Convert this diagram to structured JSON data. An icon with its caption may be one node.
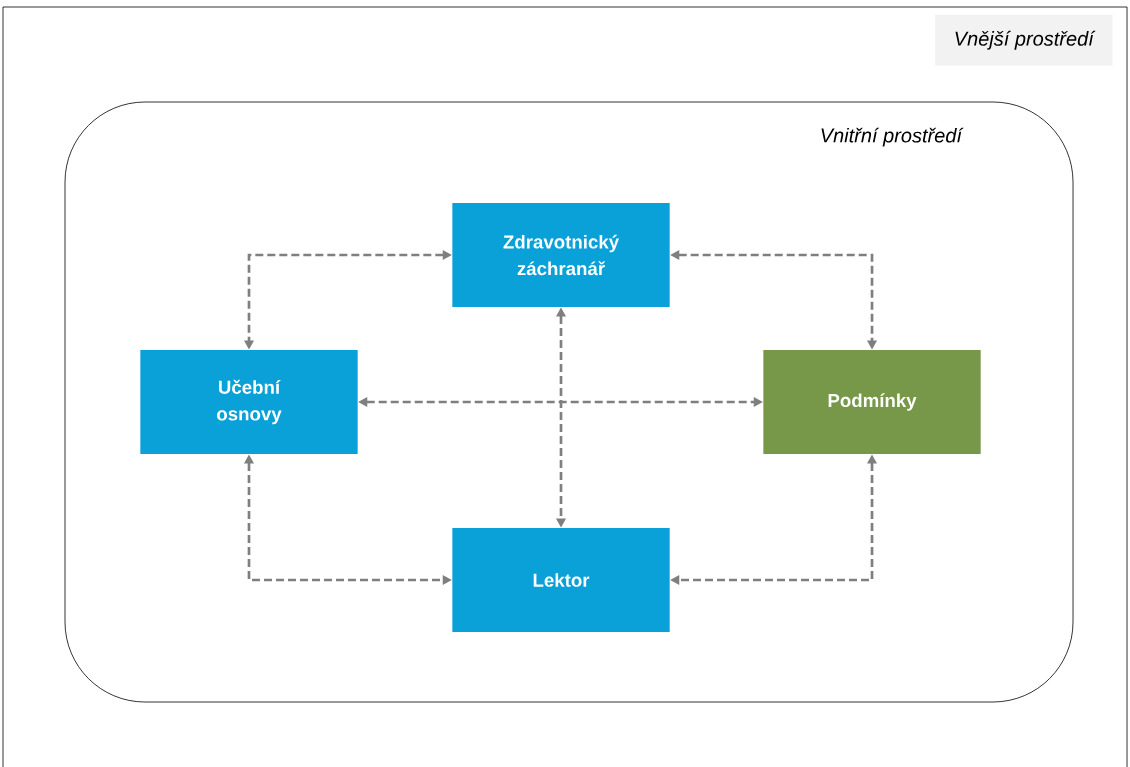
{
  "diagram": {
    "nodes": [
      {
        "text": [
          "Vnější prostředí"
        ]
      },
      {
        "text": [
          "Vnitřní prostředí"
        ],
        "in": 0
      },
      {
        "text": [
          "Zdravotnický záchranář"
        ],
        "in": 1
      },
      {
        "text": [
          "Učební osnovy"
        ],
        "in": 1
      },
      {
        "text": [
          "Podmínky"
        ],
        "in": 1
      },
      {
        "text": [
          "Lektor"
        ],
        "in": 1
      }
    ],
    "edges": [
      {
        "from": 2,
        "to": 3,
        "arrow": "both",
        "style": "dashed"
      },
      {
        "from": 2,
        "to": 4,
        "arrow": "both",
        "style": "dashed"
      },
      {
        "from": 3,
        "to": 4,
        "arrow": "both",
        "style": "dashed"
      },
      {
        "from": 2,
        "to": 5,
        "arrow": "both",
        "style": "dashed"
      },
      {
        "from": 3,
        "to": 5,
        "arrow": "both",
        "style": "dashed"
      },
      {
        "from": 4,
        "to": 5,
        "arrow": "both",
        "style": "dashed"
      }
    ]
  }
}
